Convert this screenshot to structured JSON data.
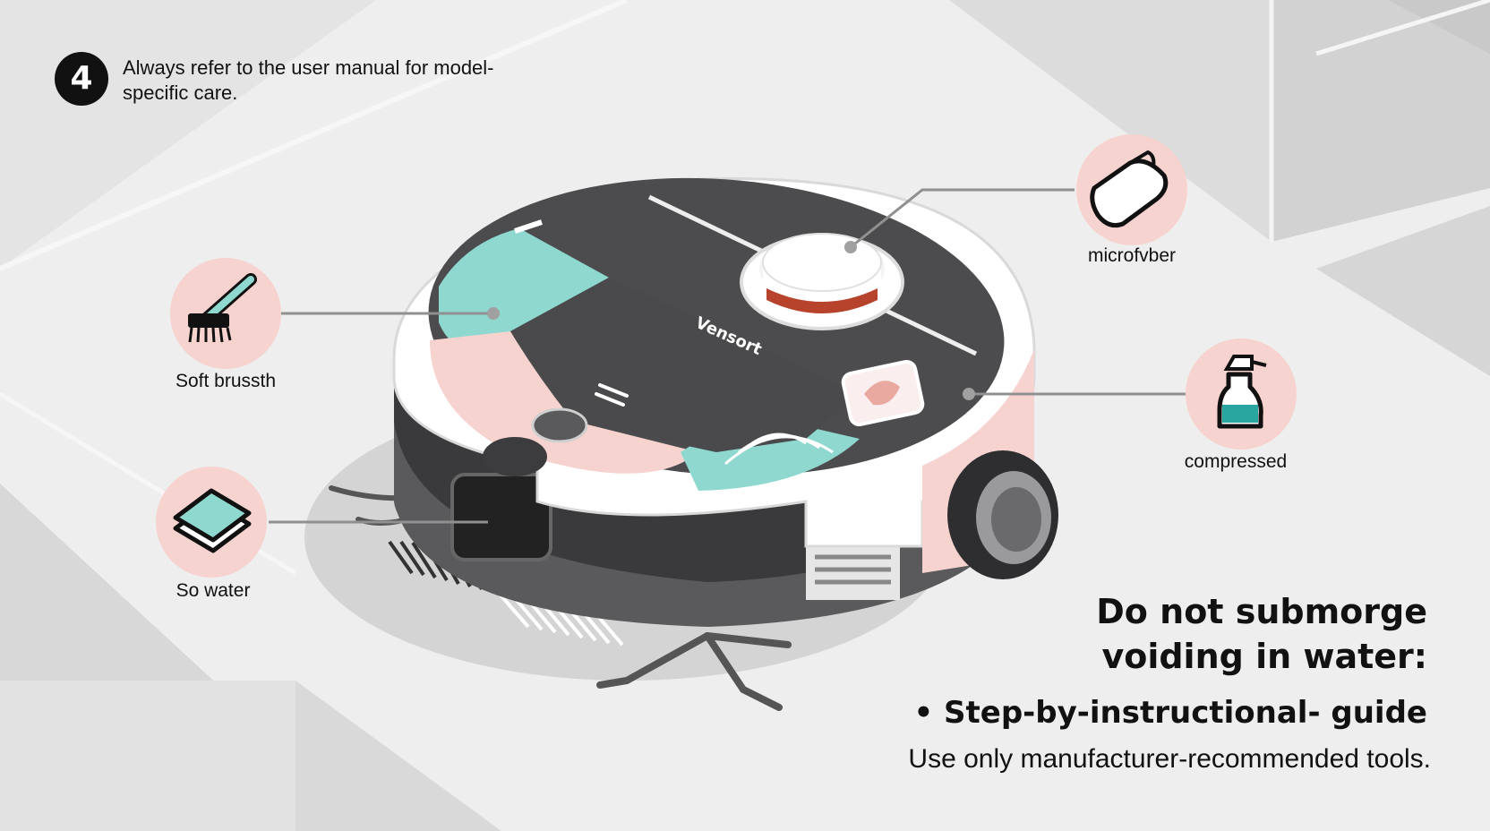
{
  "step": {
    "number": "4",
    "note": "Always refer to the user manual for model-specific care."
  },
  "brand": {
    "logo_text": "Vensort"
  },
  "callouts": [
    {
      "id": "soft-brush",
      "label": "Soft brussth",
      "icon": "brush-icon"
    },
    {
      "id": "cloth",
      "label": "So water",
      "icon": "cloth-icon"
    },
    {
      "id": "microfiber",
      "label": "microfvber",
      "icon": "microfiber-towel-icon"
    },
    {
      "id": "compressed",
      "label": "compressed",
      "icon": "spray-bottle-icon"
    }
  ],
  "warning": {
    "title_line1": "Do not submorge",
    "title_line2": "voiding in water:"
  },
  "guide": {
    "bullet": "• Step-by-instructional- guide",
    "tools_note": "Use only manufacturer-recommended tools."
  },
  "colors": {
    "background": "#eeeeee",
    "pink": "#f7d3cf",
    "teal": "#8fd8d0",
    "dark_gray": "#4c4c4e",
    "black": "#111111",
    "accent_red": "#b8432c"
  }
}
